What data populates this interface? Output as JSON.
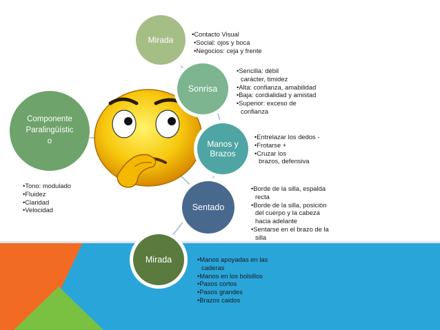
{
  "colors": {
    "band_blue": "#2aa5da",
    "band_orange": "#f26b22",
    "band_green": "#7ac142",
    "mirada": "#a5be86",
    "sonrisa": "#7cb590",
    "manos": "#4fa5a3",
    "sentado": "#48688d",
    "mirada_bottom": "#5a7a3e",
    "componente": "#6ea36b",
    "connector": "#b7c7d9"
  },
  "nodes": {
    "mirada_top": "Mirada",
    "sonrisa": "Sonrisa",
    "manos_line1": "Manos y",
    "manos_line2": "Brazos",
    "sentado": "Sentado",
    "mirada_bottom": "Mirada",
    "componente_line1": "Componente",
    "componente_line2": "Paralingüístic",
    "componente_line3": "o"
  },
  "lists": {
    "mirada_top": [
      "•Contacto Visual",
      "•Social: ojos y boca",
      "•Negocios: ceja y frente"
    ],
    "sonrisa": [
      {
        "t": "•Sencilla: débil",
        "c": "carácter, timidez"
      },
      {
        "t": "•Alta: confianza, amabilidad"
      },
      {
        "t": "•Baja: cordialidad y amistad"
      },
      {
        "t": "•Superior: exceso de",
        "c": "confianza"
      }
    ],
    "manos": [
      {
        "t": "•Entrelazar los dedos -"
      },
      {
        "t": "•Frotarse +"
      },
      {
        "t": "•Cruzar los",
        "c": "brazos, defensiva"
      }
    ],
    "sentado": [
      {
        "t": "•Borde de la silla, espalda",
        "c": "recta"
      },
      {
        "t": "•Borde de la silla, posición",
        "c": "del cuerpo y la cabeza"
      },
      {
        "t": "hacia adelante"
      },
      {
        "t": "•Sentarse en el brazo de la",
        "c": "silla"
      }
    ],
    "mirada_bottom": [
      {
        "t": "•Manos apoyadas en las",
        "c": "caderas"
      },
      {
        "t": "•Manos en los bolsillos"
      },
      {
        "t": "•Pasos cortos"
      },
      {
        "t": "•Pasos grandes"
      },
      {
        "t": "•Brazos caidos"
      }
    ],
    "componente": [
      "•Tono: modulado",
      "•Fluidez",
      "•Claridad",
      "•Velocidad"
    ]
  }
}
